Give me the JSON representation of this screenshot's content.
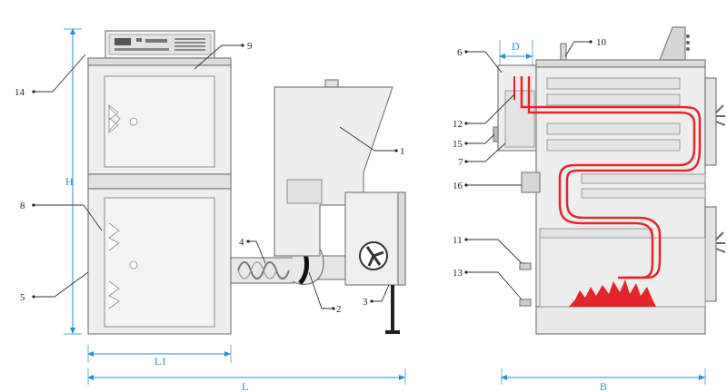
{
  "callouts": [
    {
      "id": "1",
      "text": "1"
    },
    {
      "id": "2",
      "text": "2"
    },
    {
      "id": "3",
      "text": "3"
    },
    {
      "id": "4",
      "text": "4"
    },
    {
      "id": "5",
      "text": "5"
    },
    {
      "id": "6",
      "text": "6"
    },
    {
      "id": "7",
      "text": "7"
    },
    {
      "id": "8",
      "text": "8"
    },
    {
      "id": "9",
      "text": "9"
    },
    {
      "id": "10",
      "text": "10"
    },
    {
      "id": "11",
      "text": "11"
    },
    {
      "id": "12",
      "text": "12"
    },
    {
      "id": "13",
      "text": "13"
    },
    {
      "id": "14",
      "text": "14"
    },
    {
      "id": "15",
      "text": "15"
    },
    {
      "id": "16",
      "text": "16"
    }
  ],
  "dimensions": {
    "height": "H",
    "width_boiler": "L1",
    "width_total": "L",
    "depth": "B",
    "flue_diameter": "D"
  },
  "colors": {
    "body_fill": "#eeeeee",
    "outline": "#7d7d7d",
    "dimension": "#2a8fc4",
    "flue_gas": "#e3262b",
    "flame": "#e3262b"
  }
}
